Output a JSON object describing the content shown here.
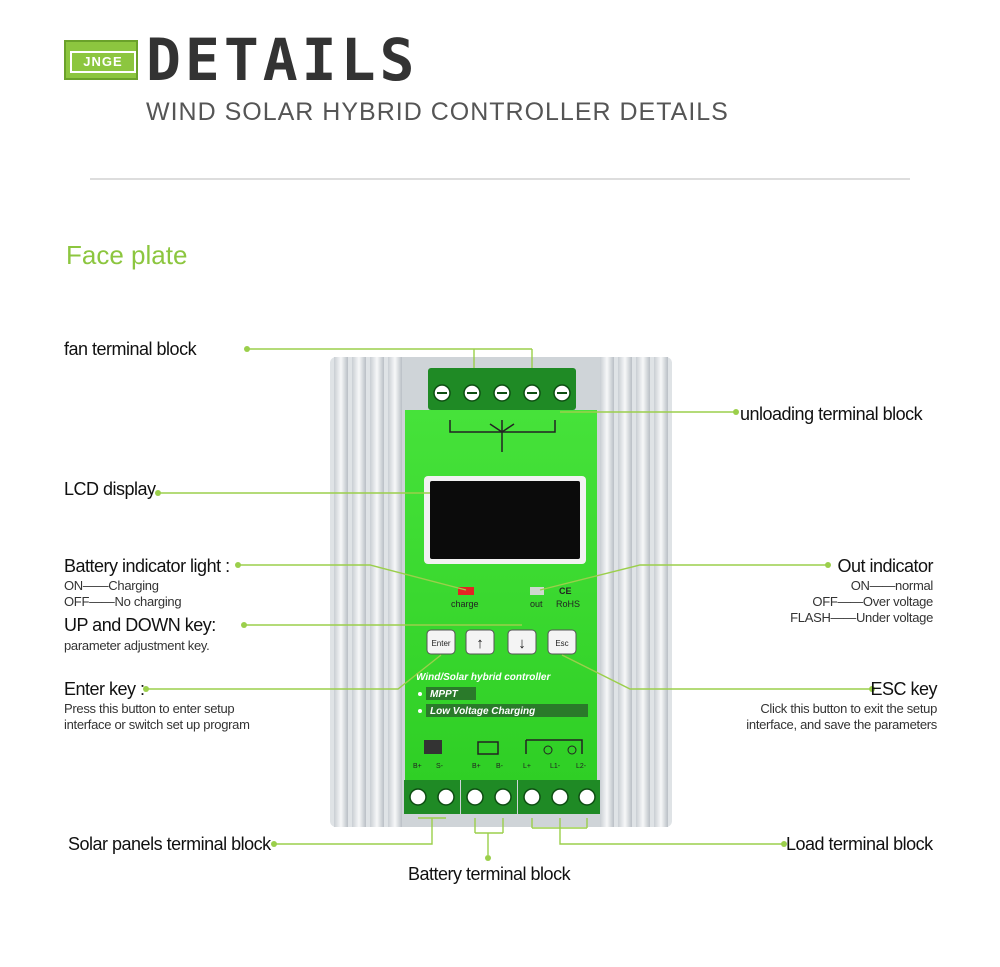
{
  "header": {
    "logo_text": "JNGE",
    "title": "DETAILS",
    "subtitle": "WIND SOLAR HYBRID CONTROLLER DETAILS"
  },
  "section_title": "Face plate",
  "labels": {
    "fan_terminal": "fan terminal block",
    "unloading_terminal": "unloading terminal block",
    "lcd_display": "LCD display",
    "battery_indicator": {
      "title": "Battery indicator light :",
      "on": "ON——Charging",
      "off": "OFF——No charging"
    },
    "out_indicator": {
      "title": "Out indicator",
      "on": "ON——normal",
      "off": "OFF——Over voltage",
      "flash": "FLASH——Under voltage"
    },
    "up_down_key": {
      "title": "UP and DOWN key:",
      "desc": "parameter adjustment key."
    },
    "enter_key": {
      "title": "Enter key :",
      "desc1": "Press this button to enter setup",
      "desc2": "interface or switch set up program"
    },
    "esc_key": {
      "title": "ESC key",
      "desc1": "Click this button to exit the setup",
      "desc2": "interface, and save the parameters"
    },
    "solar_terminal": "Solar panels terminal block",
    "battery_terminal": "Battery terminal block",
    "load_terminal": "Load terminal block"
  },
  "device": {
    "charge_label": "charge",
    "out_label": "out",
    "rohs": "RoHS",
    "ce": "CE",
    "btn_enter": "Enter",
    "btn_up": "↑",
    "btn_down": "↓",
    "btn_esc": "Esc",
    "model_text": "Wind/Solar hybrid controller",
    "badge_mppt": "MPPT",
    "badge_low_voltage": "Low Voltage Charging",
    "pv_pos": "B+",
    "pv_neg": "S-",
    "bat_pos": "B+",
    "bat_neg": "B-",
    "load_l_pos": "L+",
    "load_l1": "L1-",
    "load_l2": "L2-"
  },
  "colors": {
    "accent": "#8cc63f",
    "plate_green": "#3ddc2a",
    "terminal_green": "#1f8a25"
  }
}
